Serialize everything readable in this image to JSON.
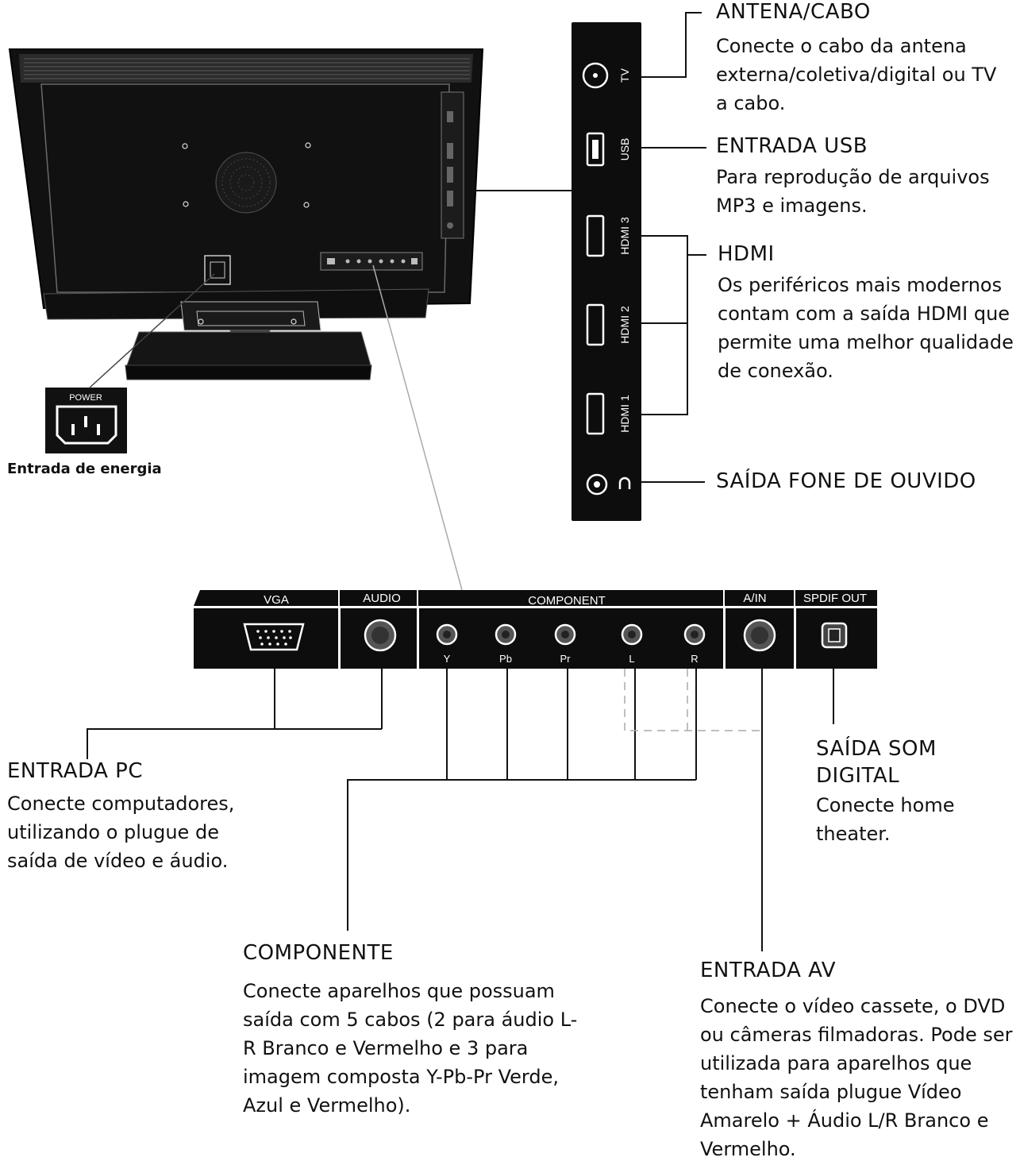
{
  "tv_side_panel": {
    "port_labels": [
      "TV",
      "USB",
      "HDMI 3",
      "HDMI 2",
      "HDMI 1"
    ]
  },
  "bottom_panel": {
    "section_headers": [
      "VGA",
      "AUDIO",
      "COMPONENT",
      "A/IN",
      "SPDIF OUT"
    ],
    "jack_labels": [
      "Y",
      "Pb",
      "Pr",
      "L",
      "R"
    ]
  },
  "power_block": {
    "plate_text": "POWER",
    "caption": "Entrada de energia"
  },
  "callouts": {
    "antena": {
      "title": "ANTENA/CABO",
      "desc": "Conecte o cabo da antena externa/coletiva/digital ou TV a cabo."
    },
    "usb": {
      "title": "ENTRADA USB",
      "desc": "Para reprodução de arquivos MP3 e imagens."
    },
    "hdmi": {
      "title": "HDMI",
      "desc": "Os periféricos mais modernos contam com a saída HDMI que permite uma melhor qualidade de conexão."
    },
    "headphone": {
      "title": "SAÍDA FONE DE OUVIDO"
    },
    "pc": {
      "title": "ENTRADA PC",
      "desc": "Conecte computadores, utilizando o plugue de saída de vídeo e áudio."
    },
    "digital_audio": {
      "title": "SAÍDA SOM DIGITAL",
      "desc": "Conecte home theater."
    },
    "component": {
      "title": "COMPONENTE",
      "desc": "Conecte aparelhos que possuam saída com 5 cabos (2 para áudio L-R Branco e Vermelho e 3 para imagem composta Y-Pb-Pr Verde, Azul e Vermelho)."
    },
    "av": {
      "title": "ENTRADA AV",
      "desc": "Conecte o vídeo cassete, o DVD ou câmeras filmadoras. Pode ser utilizada para aparelhos que tenham saída plugue Vídeo Amarelo + Áudio L/R Branco e Vermelho."
    }
  },
  "colors": {
    "ink": "#111111",
    "panel": "#0d0d0d",
    "dashed_line": "#aaaaaa"
  }
}
